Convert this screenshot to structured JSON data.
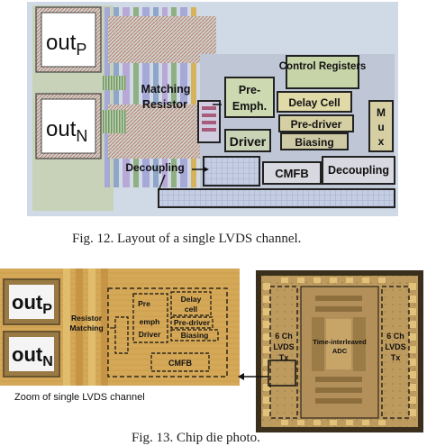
{
  "figure12": {
    "caption": "Fig. 12.    Layout of a single LVDS channel.",
    "pad_top_label": "out",
    "pad_top_sub": "P",
    "pad_bottom_label": "out",
    "pad_bottom_sub": "N",
    "blocks": {
      "control_registers": "Control Registers",
      "matching_resistor_1": "Matching",
      "matching_resistor_2": "Resistor",
      "pre_emph_1": "Pre-",
      "pre_emph_2": "Emph.",
      "delay_cell": "Delay Cell",
      "pre_driver": "Pre-driver",
      "driver": "Driver",
      "biasing": "Biasing",
      "mux_1": "M",
      "mux_2": "u",
      "mux_3": "x",
      "decoupling_left": "Decoupling",
      "cmfb": "CMFB",
      "decoupling_right": "Decoupling"
    }
  },
  "figure13": {
    "caption": "Fig. 13.    Chip die photo.",
    "zoom_caption": "Zoom of single LVDS channel",
    "pad_top_label": "out",
    "pad_top_sub": "P",
    "pad_bottom_label": "out",
    "pad_bottom_sub": "N",
    "blocks": {
      "resistor_matching_1": "Resistor",
      "resistor_matching_2": "Matching",
      "pre_1": "Pre",
      "delay_1": "Delay",
      "cell": "cell",
      "emph": "emph",
      "pre_driver": "Pre-driver",
      "driver": "Driver",
      "biasing": "Biasing",
      "cmfb": "CMFB",
      "left_tx_1": "6 Ch",
      "left_tx_2": "LVDS",
      "left_tx_3": "Tx",
      "adc_1": "Time-interleaved",
      "adc_2": "ADC",
      "right_tx_1": "6 Ch",
      "right_tx_2": "LVDS",
      "right_tx_3": "Tx"
    }
  }
}
